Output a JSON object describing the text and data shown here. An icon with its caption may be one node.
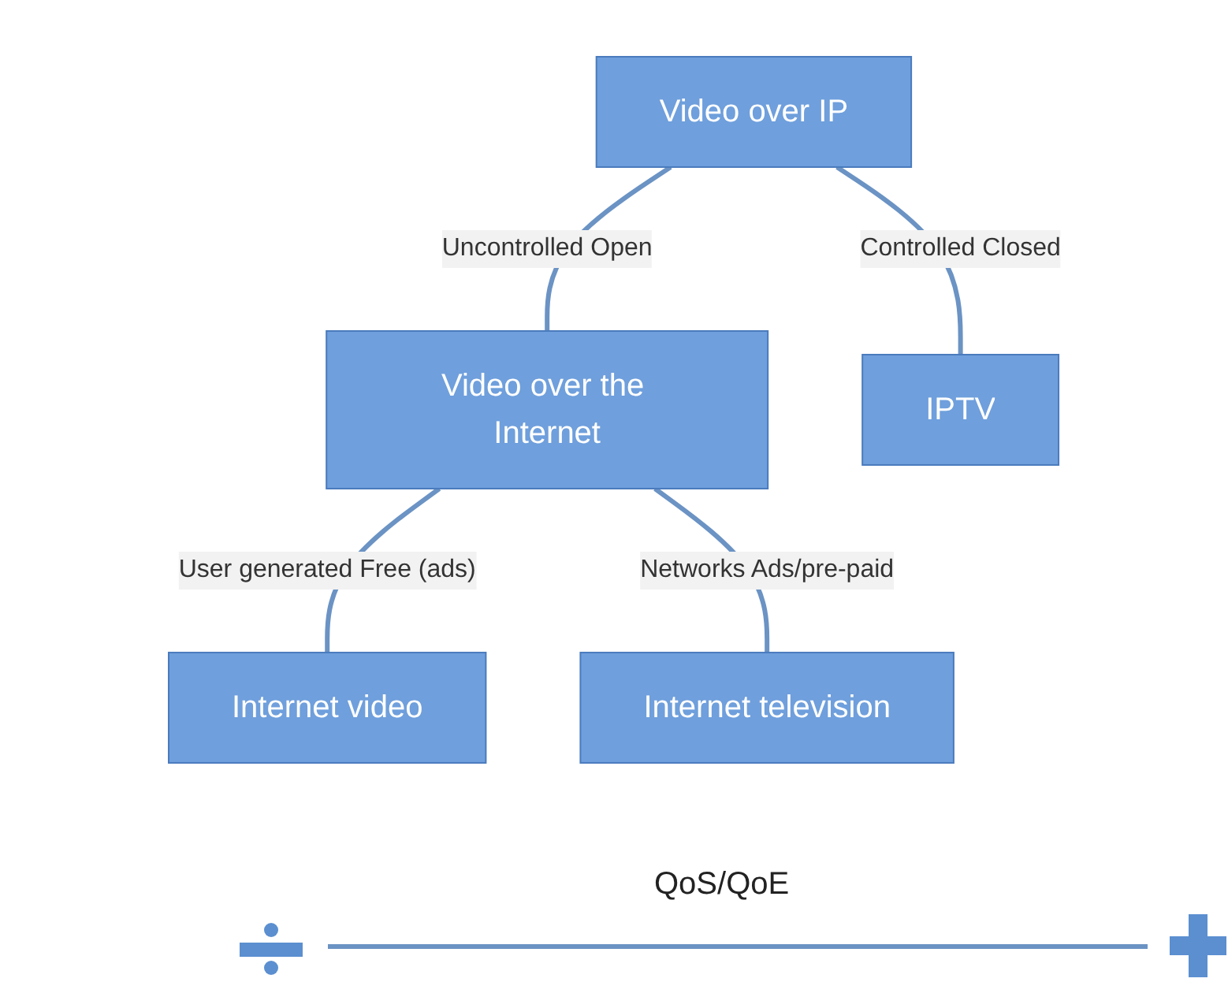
{
  "diagram": {
    "nodes": [
      {
        "text": [
          "Video over IP"
        ]
      },
      {
        "text": [
          "Video over the Internet"
        ]
      },
      {
        "text": [
          "IPTV"
        ]
      },
      {
        "text": [
          "Internet video"
        ]
      },
      {
        "text": [
          "Internet television"
        ]
      }
    ],
    "edges": [
      {
        "from": 0,
        "to": 1,
        "arrow": "none",
        "label": "Uncontrolled Open"
      },
      {
        "from": 0,
        "to": 2,
        "arrow": "none",
        "label": "Controlled Closed"
      },
      {
        "from": 1,
        "to": 3,
        "arrow": "none",
        "label": "User generated Free (ads)"
      },
      {
        "from": 1,
        "to": 4,
        "arrow": "none",
        "label": "Networks Ads/pre-paid"
      }
    ],
    "labels": [
      "QoS/QoE"
    ]
  }
}
